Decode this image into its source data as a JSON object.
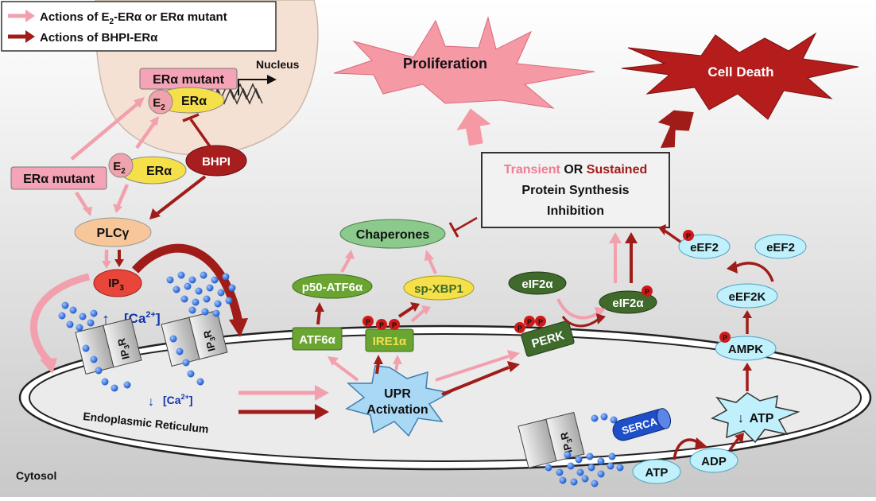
{
  "legend": {
    "items": [
      {
        "pre": "Actions of E",
        "sub": "2",
        "post": "-ERα or ERα mutant",
        "color": "#f2a0ad"
      },
      {
        "pre": "Actions of BHPI-ERα",
        "sub": "",
        "post": "",
        "color": "#a01c18"
      }
    ]
  },
  "labels": {
    "nucleus": "Nucleus",
    "proliferation": "Proliferation",
    "cell_death": "Cell Death",
    "era_mutant_nuclear": "ERα mutant",
    "e2_nuclear": "E",
    "e2_nuclear_sub": "2",
    "era_nuclear": "ERα",
    "era_mutant": "ERα mutant",
    "e2": "E",
    "e2_sub": "2",
    "era": "ERα",
    "bhpi": "BHPI",
    "plcg": "PLCγ",
    "ip3": "IP",
    "ip3_sub": "3",
    "ca_up_arrow": "↑",
    "ca_up": "[Ca",
    "ca_up_sup": "2+",
    "ca_up_end": "]",
    "ca_down_arrow": "↓",
    "ca_down": "[Ca",
    "ca_down_sup": "2+",
    "ca_down_end": "]",
    "ip3r": "IP",
    "ip3r_sub": "3",
    "ip3r_r": "R",
    "er": "Endoplasmic Reticulum",
    "cytosol": "Cytosol",
    "chaperones": "Chaperones",
    "p50": "p50-ATF6α",
    "spxbp1": "sp-XBP1",
    "atf6": "ATF6α",
    "ire1": "IRE1α",
    "perk": "PERK",
    "eif2a": "eIF2α",
    "eif2a_p": "eIF2α",
    "phos": "P",
    "upr_line1": "UPR",
    "upr_line2": "Activation",
    "psi_transient": "Transient",
    "psi_or": " OR ",
    "psi_sustained": "Sustained",
    "psi_line2": "Protein Synthesis",
    "psi_line3": "Inhibition",
    "eef2_p": "eEF2",
    "eef2": "eEF2",
    "eef2k": "eEF2K",
    "ampk": "AMPK",
    "atp_down_arrow": "↓",
    "atp_down": "ATP",
    "serca": "SERCA",
    "atp": "ATP",
    "adp": "ADP"
  },
  "colors": {
    "pink_arrow": "#f2a0ad",
    "dark_arrow": "#a01c18",
    "nucleus": "#f5e1d3",
    "cell_death": "#b51d1d",
    "proliferation": "#f59aa5",
    "green": "#5f9e2b",
    "dark_green": "#3f6a2c",
    "yellow": "#f5e04a",
    "cyan": "#bff0fb",
    "blue_dot": "#1f6ee8",
    "upr": "#a9d8f5"
  }
}
